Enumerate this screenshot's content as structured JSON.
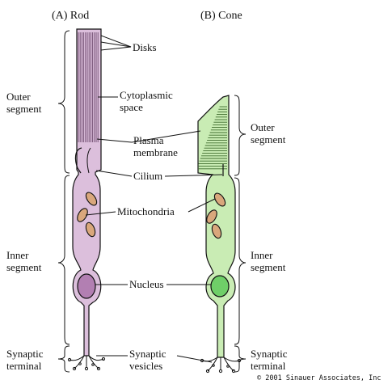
{
  "titles": {
    "rod": "(A) Rod",
    "cone": "(B) Cone"
  },
  "left_labels": {
    "outer": [
      "Outer",
      "segment"
    ],
    "inner": [
      "Inner",
      "segment"
    ],
    "synaptic": [
      "Synaptic",
      "terminal"
    ]
  },
  "right_labels": {
    "outer": [
      "Outer",
      "segment"
    ],
    "inner": [
      "Inner",
      "segment"
    ],
    "synaptic": [
      "Synaptic",
      "terminal"
    ]
  },
  "callouts": {
    "disks": "Disks",
    "cytoplasmic": [
      "Cytoplasmic",
      "space"
    ],
    "plasma": [
      "Plasma",
      "membrane"
    ],
    "cilium": "Cilium",
    "mitochondria": "Mitochondria",
    "nucleus": "Nucleus",
    "synaptic_vesicles": [
      "Synaptic",
      "vesicles"
    ]
  },
  "copyright": "© 2001 Sinauer Associates, Inc",
  "colors": {
    "rod_fill": "#dcbfdc",
    "rod_nucleus": "#b27fb2",
    "cone_fill": "#c9ecb4",
    "cone_nucleus": "#6fcf68",
    "mitochondria": "#d9a77c",
    "outline": "#111111"
  }
}
